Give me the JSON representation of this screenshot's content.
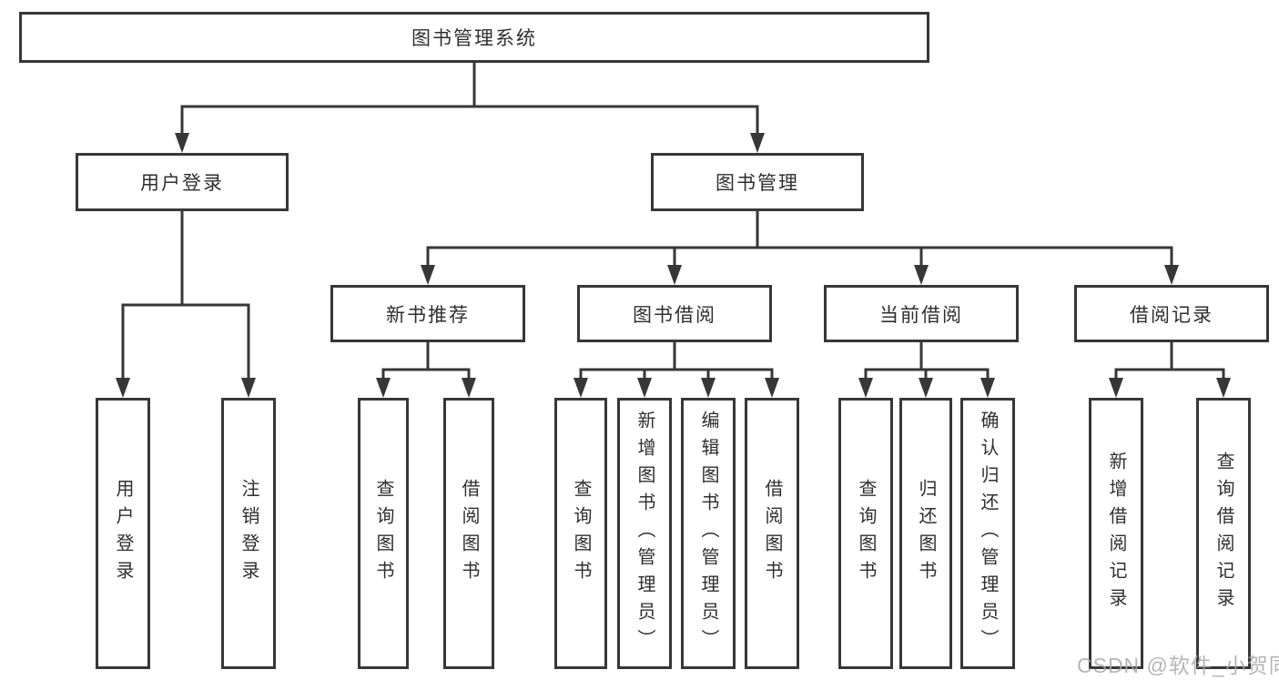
{
  "diagram_title": "图书管理系统",
  "nodes": {
    "root": {
      "label": "图书管理系统"
    },
    "user_login": {
      "label": "用户登录"
    },
    "book_management": {
      "label": "图书管理"
    },
    "new_book_recommend": {
      "label": "新书推荐"
    },
    "book_borrow": {
      "label": "图书借阅"
    },
    "current_borrow": {
      "label": "当前借阅"
    },
    "borrow_records": {
      "label": "借阅记录"
    },
    "leaf_user_login": {
      "label": "用户登录"
    },
    "leaf_logout": {
      "label": "注销登录"
    },
    "leaf_nb_query": {
      "label": "查询图书"
    },
    "leaf_nb_borrow": {
      "label": "借阅图书"
    },
    "leaf_bb_query": {
      "label": "查询图书"
    },
    "leaf_bb_add": {
      "label": "新增图书（管理员）"
    },
    "leaf_bb_edit": {
      "label": "编辑图书（管理员）"
    },
    "leaf_bb_borrow": {
      "label": "借阅图书"
    },
    "leaf_cb_query": {
      "label": "查询图书"
    },
    "leaf_cb_return": {
      "label": "归还图书"
    },
    "leaf_cb_confirm": {
      "label": "确认归还（管理员）"
    },
    "leaf_br_add": {
      "label": "新增借阅记录"
    },
    "leaf_br_query": {
      "label": "查询借阅记录"
    }
  },
  "hierarchy": {
    "root": "图书管理系统",
    "children": [
      {
        "label": "用户登录",
        "children": [
          "用户登录",
          "注销登录"
        ]
      },
      {
        "label": "图书管理",
        "children": [
          {
            "label": "新书推荐",
            "children": [
              "查询图书",
              "借阅图书"
            ]
          },
          {
            "label": "图书借阅",
            "children": [
              "查询图书",
              "新增图书（管理员）",
              "编辑图书（管理员）",
              "借阅图书"
            ]
          },
          {
            "label": "当前借阅",
            "children": [
              "查询图书",
              "归还图书",
              "确认归还（管理员）"
            ]
          },
          {
            "label": "借阅记录",
            "children": [
              "新增借阅记录",
              "查询借阅记录"
            ]
          }
        ]
      }
    ]
  },
  "watermark": {
    "text": "CSDN @软件_小贺同学"
  },
  "colors": {
    "line": "#373737",
    "text": "#2f2f2f",
    "background": "#ffffff",
    "watermark": "#a8a8aa"
  }
}
